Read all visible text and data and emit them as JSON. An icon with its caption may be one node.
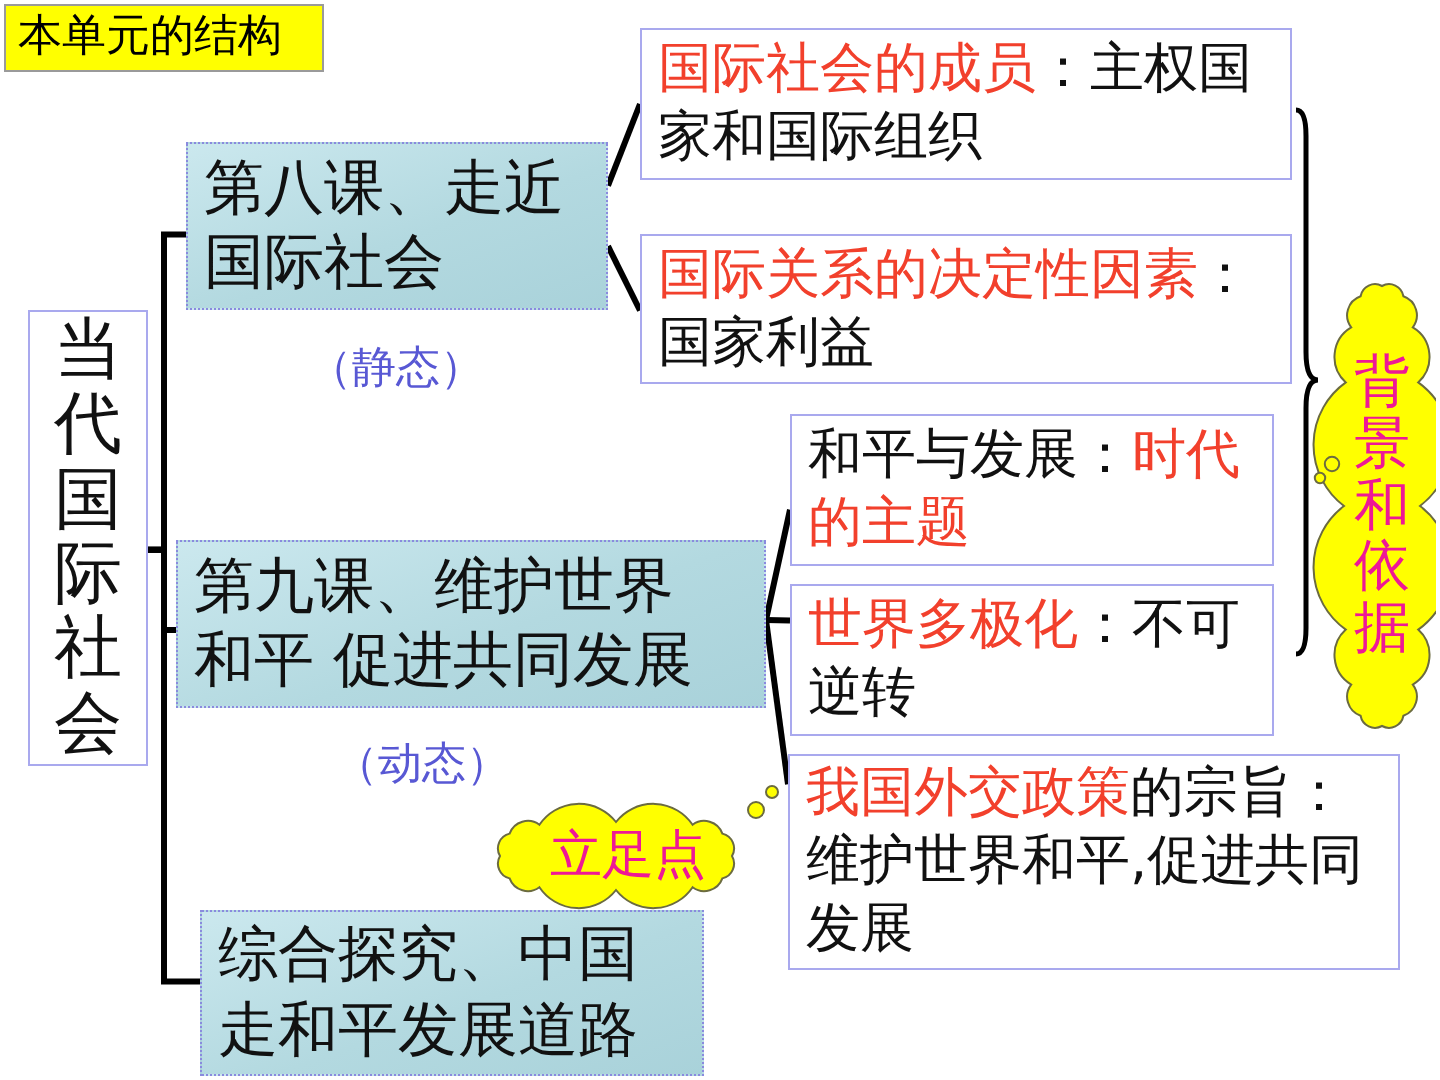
{
  "diagram": {
    "title": "本单元的结构",
    "nodes": [
      {
        "text": [
          "当代国际社会"
        ]
      },
      {
        "text": [
          "第八课、走近国际社会"
        ],
        "beside": [
          "（静态）"
        ]
      },
      {
        "text": [
          "**国际社会的成员**：主权国家和国际组织"
        ]
      },
      {
        "text": [
          "**国际关系的决定性因素**：国家利益"
        ]
      },
      {
        "text": [
          "第九课、维护世界和平 促进共同发展"
        ],
        "beside": [
          "（动态）"
        ]
      },
      {
        "text": [
          "和平与发展：**时代的主题**"
        ]
      },
      {
        "text": [
          "**世界多极化**：不可逆转"
        ]
      },
      {
        "text": [
          "**我国外交政策**的宗旨：维护世界和平,促进共同发展"
        ]
      },
      {
        "text": [
          "综合探究、中国走和平发展道路"
        ]
      },
      {
        "text": [
          "背景和依据"
        ]
      },
      {
        "text": [
          "立足点"
        ]
      }
    ],
    "edges": [
      {
        "from": 0,
        "to": 1,
        "arrow": "none"
      },
      {
        "from": 0,
        "to": 4,
        "arrow": "none"
      },
      {
        "from": 0,
        "to": 8,
        "arrow": "none"
      },
      {
        "from": 1,
        "to": 2,
        "arrow": "none"
      },
      {
        "from": 1,
        "to": 3,
        "arrow": "none"
      },
      {
        "from": 4,
        "to": 5,
        "arrow": "none"
      },
      {
        "from": 4,
        "to": 6,
        "arrow": "none"
      },
      {
        "from": 4,
        "to": 7,
        "arrow": "none"
      }
    ]
  }
}
